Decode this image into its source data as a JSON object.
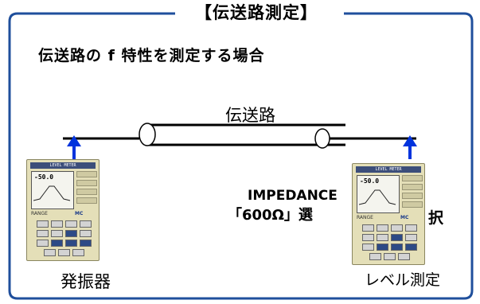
{
  "frame": {
    "title": "【伝送路測定】",
    "accent_color": "#1f4f9c"
  },
  "subtitle": "伝送路の f 特性を測定する場合",
  "transmission_line": {
    "label": "伝送路"
  },
  "impedance_note": {
    "line1": "IMPEDANCE",
    "line2": "「600Ω」選",
    "line3": "択"
  },
  "instruments": {
    "left": {
      "label": "発振器",
      "readout": "-50.0"
    },
    "right": {
      "label": "レベル測定",
      "readout": "-50.0"
    }
  },
  "arrow_color": "#0033dd"
}
